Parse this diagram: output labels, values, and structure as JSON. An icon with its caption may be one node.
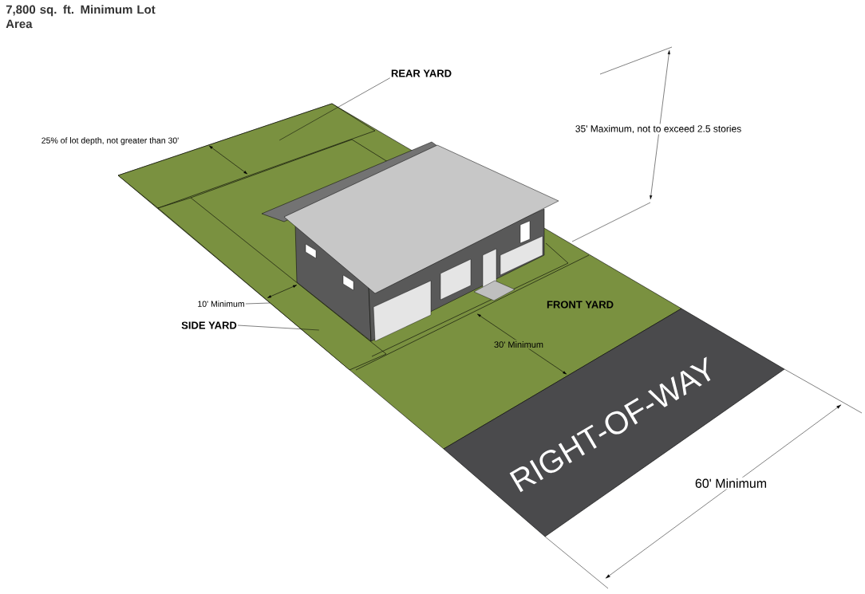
{
  "diagram": {
    "title": "7,800 sq. ft. Minimum Lot Area",
    "nodes": [
      {
        "text": [
          "REAR YARD"
        ]
      },
      {
        "text": [
          "SIDE YARD"
        ]
      },
      {
        "text": [
          "RIGHT-OF-WAY"
        ]
      },
      {
        "text": [],
        "shape": "box"
      },
      {
        "text": [],
        "shape": "box"
      },
      {
        "text": [
          "10' Minimum"
        ]
      }
    ],
    "edges": [
      {
        "from": 0,
        "to": 3,
        "arrow": "none"
      },
      {
        "from": 1,
        "to": 4,
        "arrow": "none"
      },
      {
        "from": 5,
        "to": 4,
        "arrow": "none"
      }
    ],
    "labels": [
      "25% of lot depth, not greater than 30'",
      "35' Maximum, not to exceed 2.5 stories",
      "FRONT YARD",
      "30' Minimum",
      "60' Minimum"
    ]
  }
}
